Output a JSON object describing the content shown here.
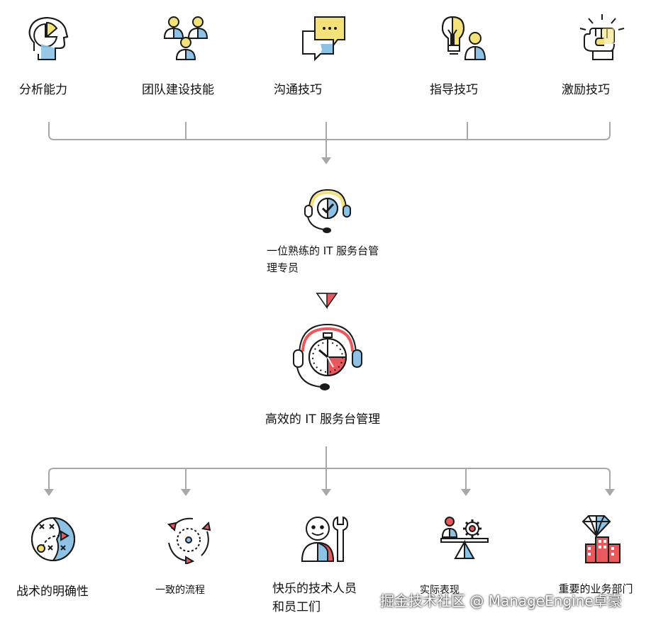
{
  "top_skills": [
    {
      "label": "分析能力",
      "icon": "head-chart-icon"
    },
    {
      "label": "团队建设技能",
      "icon": "team-icon"
    },
    {
      "label": "沟通技巧",
      "icon": "chat-bubbles-icon"
    },
    {
      "label": "指导技巧",
      "icon": "lightbulb-person-icon"
    },
    {
      "label": "激励技巧",
      "icon": "fist-icon"
    }
  ],
  "middle": {
    "expert_label": "一位熟练的 IT 服务台管理专员",
    "expert_line1": "一位熟练的 IT 服务台管",
    "expert_line2": "理专员",
    "expert_icon": "headset-check-icon",
    "result_label": "高效的 IT 服务台管理",
    "result_icon": "headset-stopwatch-icon"
  },
  "outcomes": [
    {
      "label": "战术的明确性",
      "icon": "tactics-board-icon"
    },
    {
      "label": "一致的流程",
      "icon": "cycle-process-icon"
    },
    {
      "label_line1": "快乐的技术人员",
      "label_line2": "和员工们",
      "icon": "technician-wrench-icon"
    },
    {
      "label": "实际表现",
      "icon": "balance-scale-icon"
    },
    {
      "label": "重要的业务部门",
      "icon": "diamond-buildings-icon"
    }
  ],
  "watermark": "掘金技术社区 @ ManageEngine卓豪",
  "colors": {
    "yellow": "#f3e27a",
    "blue": "#8ec1e6",
    "red": "#e8585c",
    "line": "#a8a8a8",
    "stroke": "#1a1a1a"
  }
}
